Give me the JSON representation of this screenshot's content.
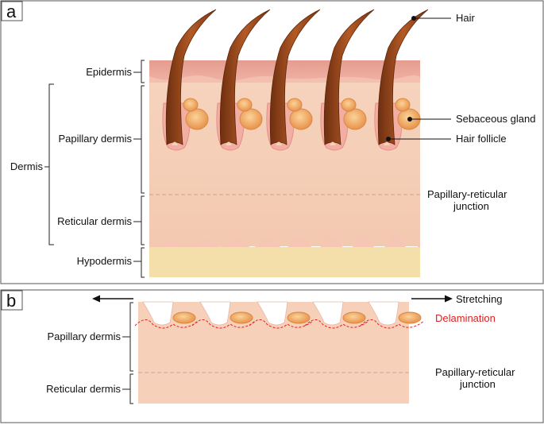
{
  "panel_a": {
    "tag": "a",
    "labels": {
      "epidermis": "Epidermis",
      "papillary_dermis": "Papillary dermis",
      "dermis": "Dermis",
      "reticular_dermis": "Reticular dermis",
      "hypodermis": "Hypodermis",
      "hair": "Hair",
      "sebaceous_gland": "Sebaceous gland",
      "hair_follicle": "Hair follicle",
      "junction_line1": "Papillary-reticular",
      "junction_line2": "junction"
    }
  },
  "panel_b": {
    "tag": "b",
    "labels": {
      "stretching": "Stretching",
      "delamination": "Delamination",
      "papillary_dermis": "Papillary dermis",
      "reticular_dermis": "Reticular dermis",
      "junction_line1": "Papillary-reticular",
      "junction_line2": "junction"
    }
  },
  "colors": {
    "epidermis": "#e8a79a",
    "dermis": "#f7d2bb",
    "hypodermis": "#f4dfaa",
    "hair": "#9a4a1e",
    "gland": "#f0a85a",
    "delamination": "#e02020"
  }
}
